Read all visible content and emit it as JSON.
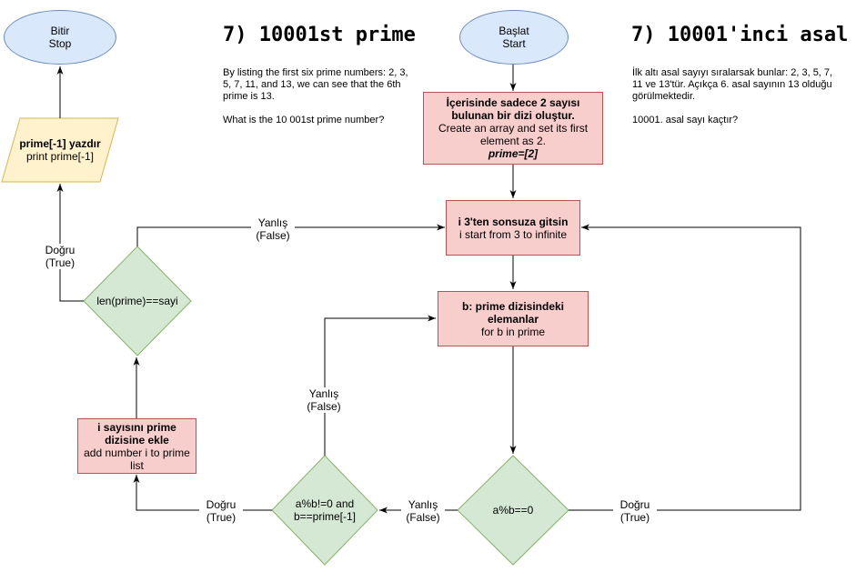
{
  "headings": {
    "english": "7) 10001st prime",
    "turkish": "7) 10001'inci asal"
  },
  "descriptions": {
    "english": {
      "paragraph1": "By listing the first six prime numbers: 2, 3, 5, 7, 11, and 13, we can see that the 6th prime is 13.",
      "paragraph2": "What is the 10 001st prime number?"
    },
    "turkish": {
      "paragraph1": "İlk altı asal sayıyı sıralarsak bunlar: 2, 3, 5, 7, 11 ve 13'tür. Açıkça 6. asal sayının 13 olduğu görülmektedir.",
      "paragraph2": "10001. asal sayı kaçtır?"
    }
  },
  "nodes": {
    "start": {
      "tr": "Başlat",
      "en": "Start"
    },
    "stop": {
      "tr": "Bitir",
      "en": "Stop"
    },
    "init": {
      "tr": "İçerisinde sadece 2 sayısı bulunan bir dizi oluştur.",
      "en": "Create an array and set its first element as 2.",
      "code": "prime=[2]"
    },
    "loop_i": {
      "tr": "i 3'ten sonsuza gitsin",
      "en": "i start from 3 to infinite"
    },
    "loop_b": {
      "tr": "b: prime dizisindeki elemanlar",
      "en": "for b in prime"
    },
    "cond_mod": {
      "text": "a%b==0"
    },
    "cond_prime": {
      "line1": "a%b!=0 and",
      "line2": "b==prime[-1]"
    },
    "add": {
      "tr": "i sayısını prime dizisine ekle",
      "en": "add number i to prime list"
    },
    "cond_len": {
      "text": "len(prime)==sayi"
    },
    "print": {
      "tr": "prime[-1] yazdır",
      "en": "print prime[-1]"
    }
  },
  "edge_labels": {
    "len_false": {
      "tr": "Yanlış",
      "en": "(False)"
    },
    "len_true": {
      "tr": "Doğru",
      "en": "(True)"
    },
    "prime_false": {
      "tr": "Yanlış",
      "en": "(False)"
    },
    "prime_true": {
      "tr": "Doğru",
      "en": "(True)"
    },
    "mod_false": {
      "tr": "Yanlış",
      "en": "(False)"
    },
    "mod_true": {
      "tr": "Doğru",
      "en": "(True)"
    }
  },
  "colors": {
    "process_fill": "#f8cecc",
    "process_stroke": "#b85450",
    "terminal_fill": "#dae8fc",
    "terminal_stroke": "#6c8ebf",
    "decision_fill": "#d5e8d4",
    "decision_stroke": "#82b366",
    "io_fill": "#fff2cc",
    "io_stroke": "#d6b656",
    "connector": "#000000"
  }
}
